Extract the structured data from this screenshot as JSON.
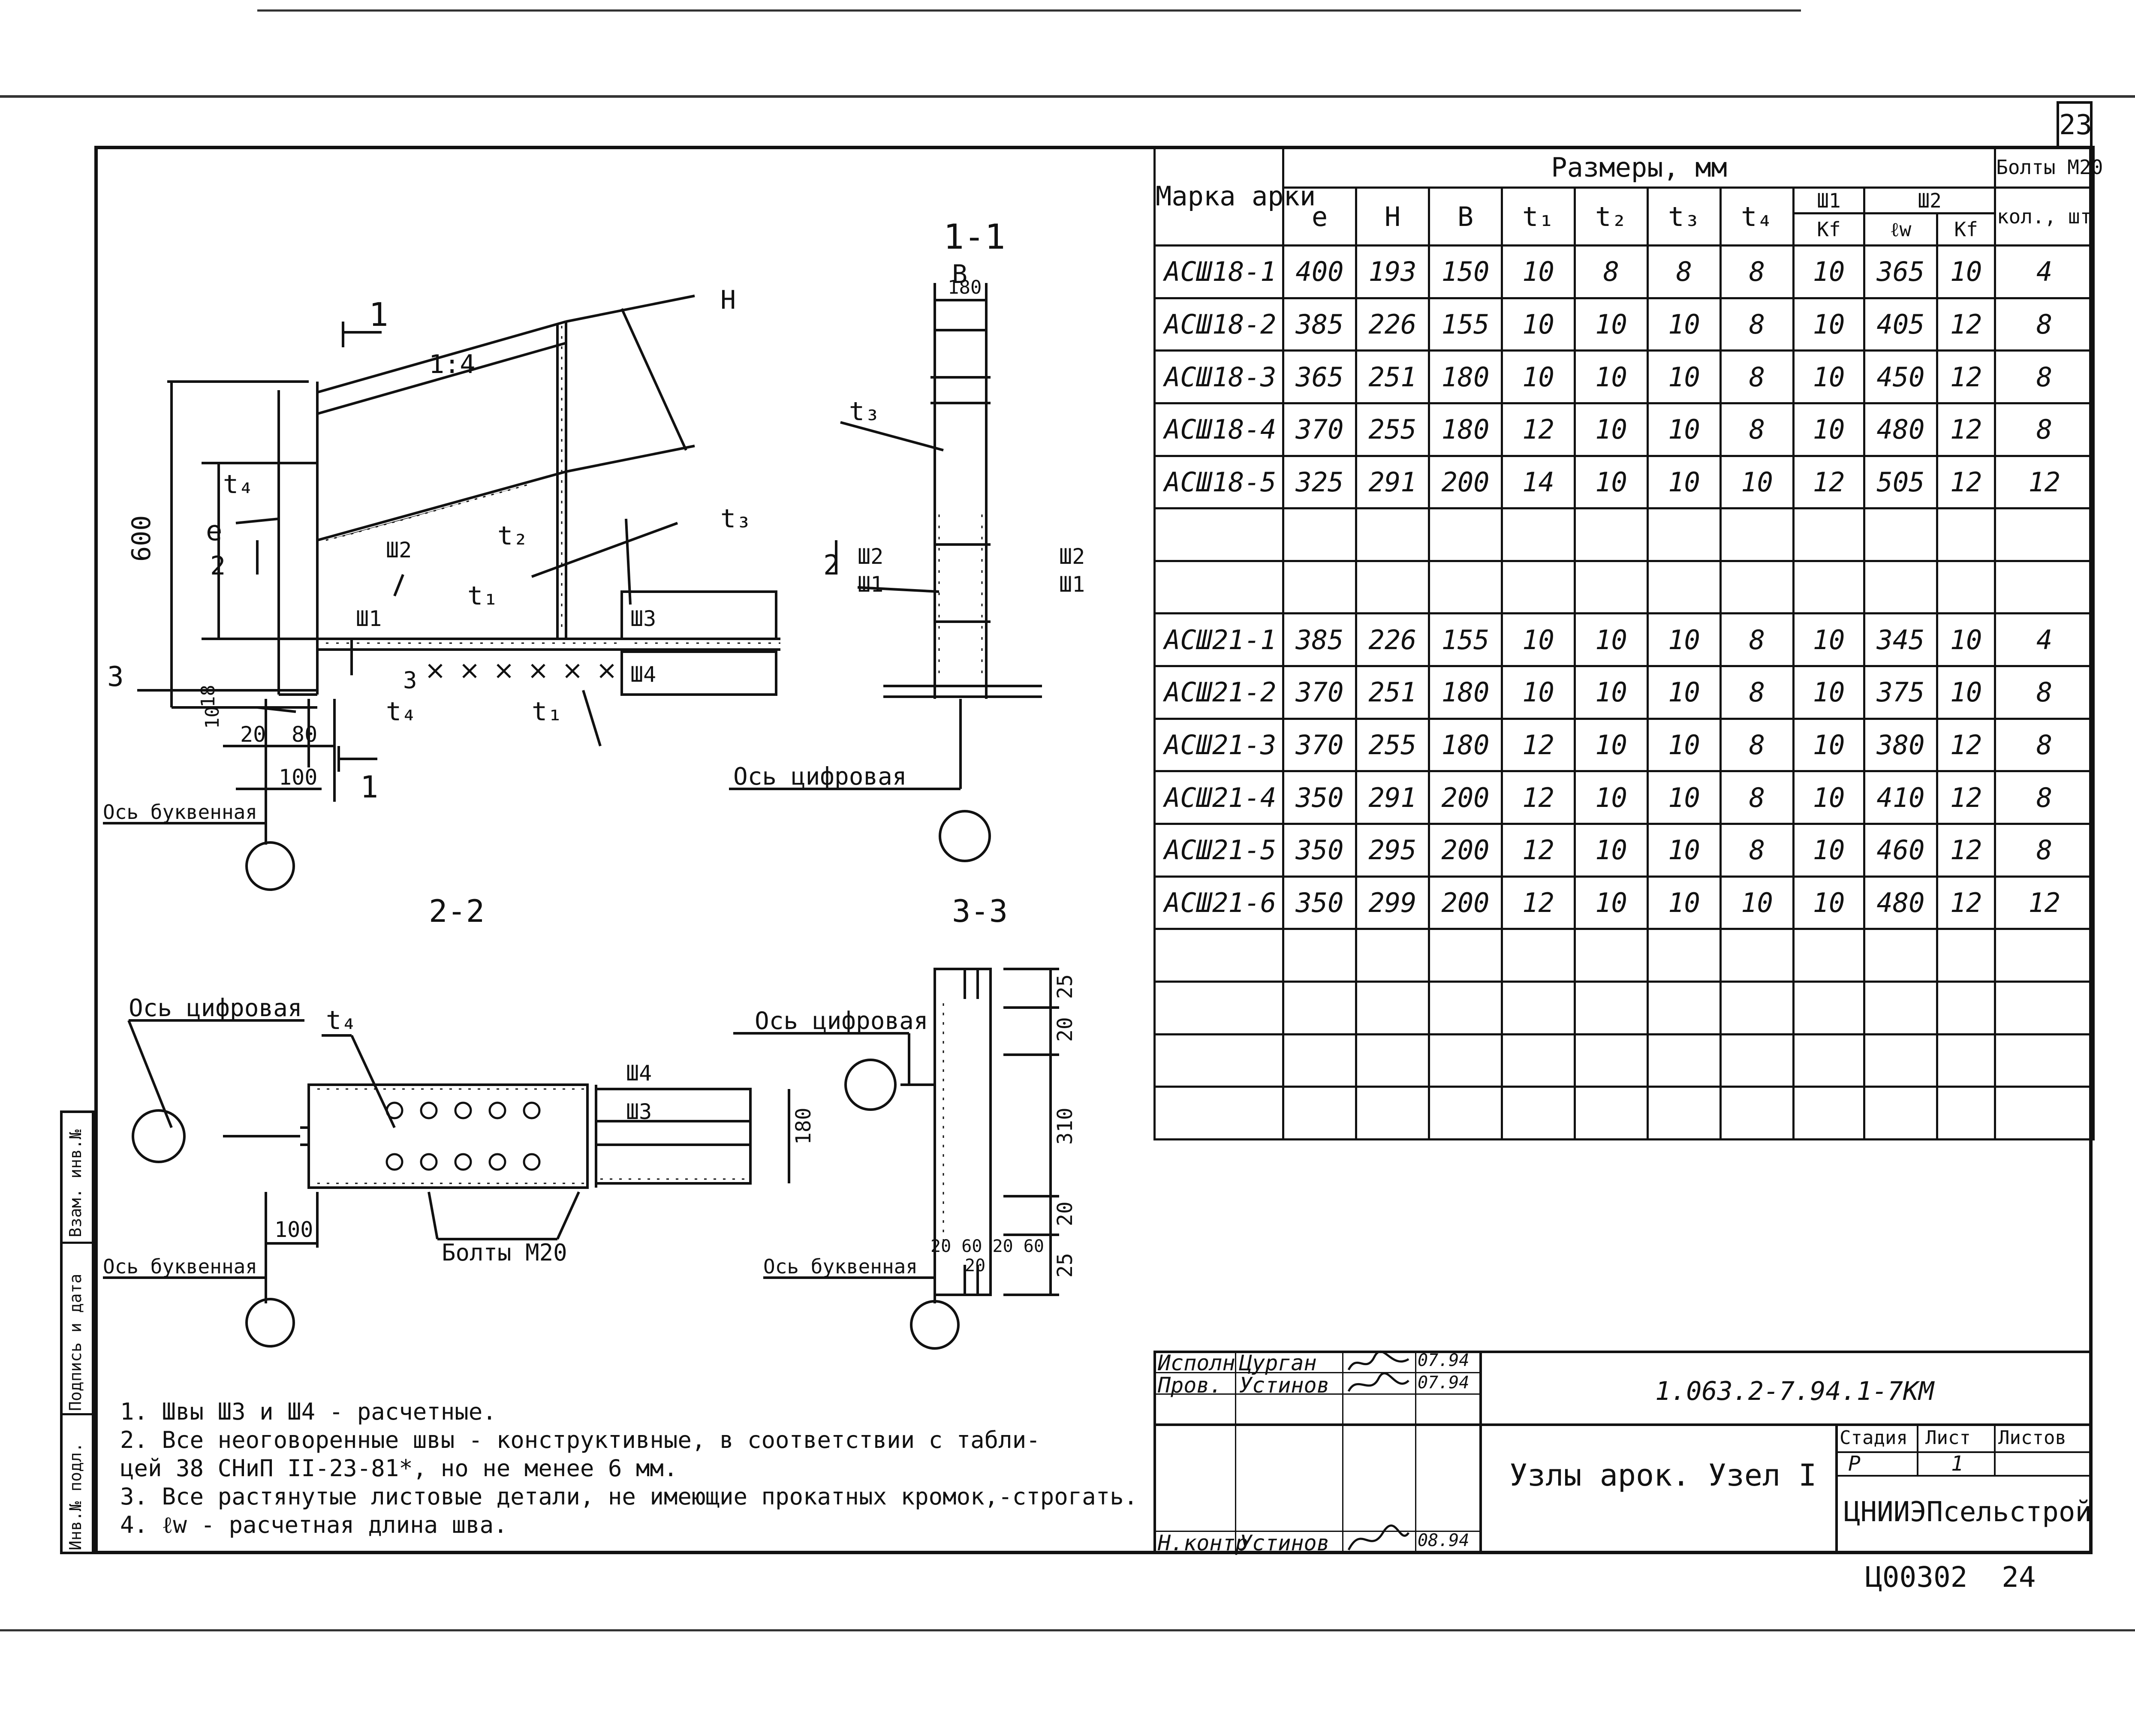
{
  "sheet": {
    "page_number": "23",
    "archive_code": "Ц00302",
    "archive_sheet": "24"
  },
  "drawing": {
    "section_1_1": "1-1",
    "section_2_2": "2-2",
    "section_3_3": "3-3",
    "slope": "1:4",
    "cut_1": "1",
    "cut_2": "2",
    "cut_3": "3",
    "dim_600": "600",
    "dim_18": "18",
    "dim_10": "10",
    "dim_20": "20",
    "dim_80": "80",
    "dim_100": "100",
    "dim_100b": "100",
    "dim_180": "180",
    "dim_180b": "180",
    "dim_25a": "25",
    "dim_20a": "20",
    "dim_310": "310",
    "dim_20b": "20",
    "dim_25b": "25",
    "dim_bottom": "20 60 20 60",
    "dim_bottom2": "20",
    "lbl_H": "H",
    "lbl_B": "B",
    "lbl_e": "e",
    "lbl_t1": "t₁",
    "lbl_t1b": "t₁",
    "lbl_t2": "t₂",
    "lbl_t3": "t₃",
    "lbl_t3b": "t₃",
    "lbl_t4": "t₄",
    "lbl_t4b": "t₄",
    "lbl_t4c": "t₄",
    "w1": "Ш1",
    "w2": "Ш2",
    "w3": "Ш3",
    "w4": "Ш4",
    "w1b": "Ш1",
    "w2b": "Ш2",
    "w1c": "Ш1",
    "w2c": "Ш2",
    "w3b": "Ш3",
    "w4b": "Ш4",
    "axis_letter": "Ось буквенная",
    "axis_letter2": "Ось буквенная",
    "axis_letter3": "Ось буквенная",
    "axis_digit": "Ось цифровая",
    "axis_digit2": "Ось цифровая",
    "axis_digit3": "Ось цифровая",
    "bolts_label": "Болты М20"
  },
  "table": {
    "header_mark": "Марка арки",
    "header_sizes": "Размеры, мм",
    "header_bolts": "Болты М20",
    "header_bolts_qty": "кол., шт",
    "cols": [
      "e",
      "H",
      "B",
      "t₁",
      "t₂",
      "t₃",
      "t₄"
    ],
    "w1": "Ш1",
    "w2": "Ш2",
    "kf": "Kf",
    "lw": "ℓw",
    "kf2": "Kf",
    "rows": [
      [
        "АСШ18-1",
        "400",
        "193",
        "150",
        "10",
        "8",
        "8",
        "8",
        "10",
        "365",
        "10",
        "4"
      ],
      [
        "АСШ18-2",
        "385",
        "226",
        "155",
        "10",
        "10",
        "10",
        "8",
        "10",
        "405",
        "12",
        "8"
      ],
      [
        "АСШ18-3",
        "365",
        "251",
        "180",
        "10",
        "10",
        "10",
        "8",
        "10",
        "450",
        "12",
        "8"
      ],
      [
        "АСШ18-4",
        "370",
        "255",
        "180",
        "12",
        "10",
        "10",
        "8",
        "10",
        "480",
        "12",
        "8"
      ],
      [
        "АСШ18-5",
        "325",
        "291",
        "200",
        "14",
        "10",
        "10",
        "10",
        "12",
        "505",
        "12",
        "12"
      ],
      [
        "",
        "",
        "",
        "",
        "",
        "",
        "",
        "",
        "",
        "",
        "",
        ""
      ],
      [
        "",
        "",
        "",
        "",
        "",
        "",
        "",
        "",
        "",
        "",
        "",
        ""
      ],
      [
        "АСШ21-1",
        "385",
        "226",
        "155",
        "10",
        "10",
        "10",
        "8",
        "10",
        "345",
        "10",
        "4"
      ],
      [
        "АСШ21-2",
        "370",
        "251",
        "180",
        "10",
        "10",
        "10",
        "8",
        "10",
        "375",
        "10",
        "8"
      ],
      [
        "АСШ21-3",
        "370",
        "255",
        "180",
        "12",
        "10",
        "10",
        "8",
        "10",
        "380",
        "12",
        "8"
      ],
      [
        "АСШ21-4",
        "350",
        "291",
        "200",
        "12",
        "10",
        "10",
        "8",
        "10",
        "410",
        "12",
        "8"
      ],
      [
        "АСШ21-5",
        "350",
        "295",
        "200",
        "12",
        "10",
        "10",
        "8",
        "10",
        "460",
        "12",
        "8"
      ],
      [
        "АСШ21-6",
        "350",
        "299",
        "200",
        "12",
        "10",
        "10",
        "10",
        "10",
        "480",
        "12",
        "12"
      ],
      [
        "",
        "",
        "",
        "",
        "",
        "",
        "",
        "",
        "",
        "",
        "",
        ""
      ],
      [
        "",
        "",
        "",
        "",
        "",
        "",
        "",
        "",
        "",
        "",
        "",
        ""
      ],
      [
        "",
        "",
        "",
        "",
        "",
        "",
        "",
        "",
        "",
        "",
        "",
        ""
      ],
      [
        "",
        "",
        "",
        "",
        "",
        "",
        "",
        "",
        "",
        "",
        "",
        ""
      ]
    ]
  },
  "notes": [
    "1. Швы Ш3 и Ш4 - расчетные.",
    "2. Все неоговоренные швы - конструктивные, в соответствии с табли-",
    "   цей 38 СНиП II-23-81*, но не менее 6 мм.",
    "3. Все растянутые листовые детали, не имеющие прокатных кромок,-строгать.",
    "4. ℓw - расчетная длина шва."
  ],
  "title_block": {
    "role_1": "Исполн",
    "name_1": "Цурган",
    "date_1": "07.94",
    "role_2": "Пров.",
    "name_2": "Устинов",
    "date_2": "07.94",
    "role_3": "Н.контр",
    "name_3": "Устинов",
    "date_3": "08.94",
    "doc_code": "1.063.2-7.94.1-7КМ",
    "title": "Узлы арок. Узел I",
    "stage_label": "Стадия",
    "sheet_label": "Лист",
    "sheets_label": "Листов",
    "stage": "Р",
    "sheet": "1",
    "organization": "ЦНИИЭПсельстрой"
  },
  "side_stamp": {
    "cell_1": "Инв.№ подл.",
    "cell_2": "Подпись и дата",
    "cell_3": "Взам. инв.№"
  }
}
